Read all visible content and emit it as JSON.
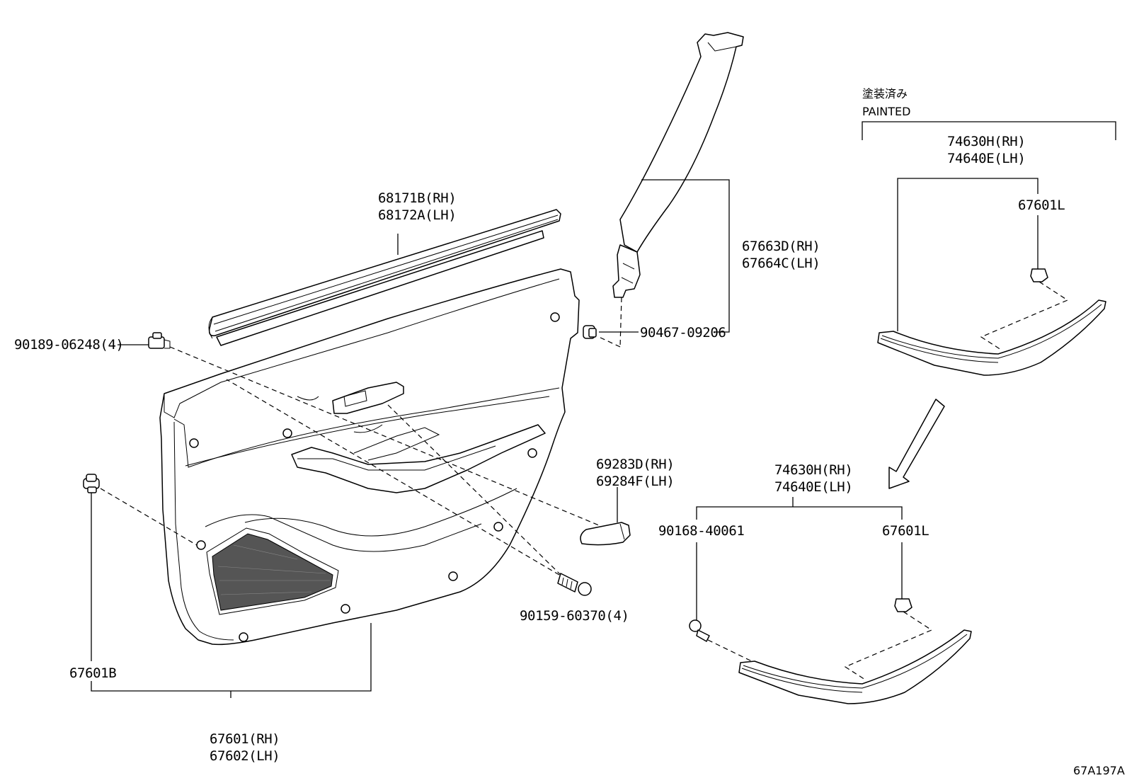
{
  "diagram_id": "67A197A",
  "painted_note": {
    "jp": "塗装済み",
    "en": "PAINTED"
  },
  "labels": {
    "belt_moulding_rh": "68171B(RH)",
    "belt_moulding_lh": "68172A(LH)",
    "pillar_garnish_rh": "67663D(RH)",
    "pillar_garnish_lh": "67664C(LH)",
    "pillar_clip": "90467-09206",
    "clip_left": "90189-06248(4)",
    "armrest_rh": "69283D(RH)",
    "armrest_lh": "69284F(LH)",
    "screw": "90159-60370(4)",
    "clip_b": "67601B",
    "trim_panel_rh": "67601(RH)",
    "trim_panel_lh": "67602(LH)",
    "ornament_top_rh": "74630H(RH)",
    "ornament_top_lh": "74640E(LH)",
    "ornament_top_clip": "67601L",
    "ornament_bot_rh": "74630H(RH)",
    "ornament_bot_lh": "74640E(LH)",
    "ornament_bot_screw": "90168-40061",
    "ornament_bot_clip": "67601L"
  }
}
